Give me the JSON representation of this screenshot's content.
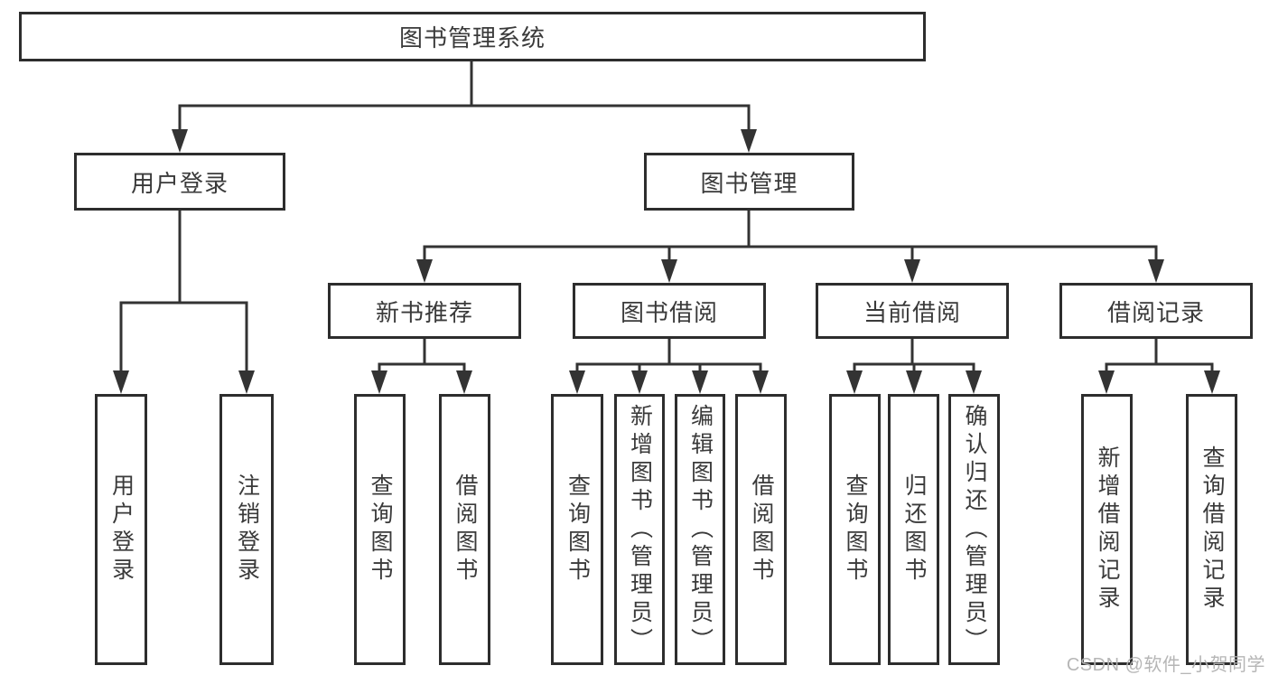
{
  "diagram": {
    "watermark": "CSDN @软件_小贺同学",
    "colors": {
      "line": "#333333",
      "box_border": "#2d2d2d",
      "box_fill": "#ffffff",
      "text": "#3a3a3a",
      "watermark": "#b2b2b2"
    },
    "root": {
      "label": "图书管理系统",
      "children": [
        {
          "label": "用户登录",
          "children": [
            {
              "label": "用户登录"
            },
            {
              "label": "注销登录"
            }
          ]
        },
        {
          "label": "图书管理",
          "children": [
            {
              "label": "新书推荐",
              "children": [
                {
                  "label": "查询图书"
                },
                {
                  "label": "借阅图书"
                }
              ]
            },
            {
              "label": "图书借阅",
              "children": [
                {
                  "label": "查询图书"
                },
                {
                  "label": "新增图书（管理员）"
                },
                {
                  "label": "编辑图书（管理员）"
                },
                {
                  "label": "借阅图书"
                }
              ]
            },
            {
              "label": "当前借阅",
              "children": [
                {
                  "label": "查询图书"
                },
                {
                  "label": "归还图书"
                },
                {
                  "label": "确认归还（管理员）"
                }
              ]
            },
            {
              "label": "借阅记录",
              "children": [
                {
                  "label": "新增借阅记录"
                },
                {
                  "label": "查询借阅记录"
                }
              ]
            }
          ]
        }
      ]
    }
  }
}
